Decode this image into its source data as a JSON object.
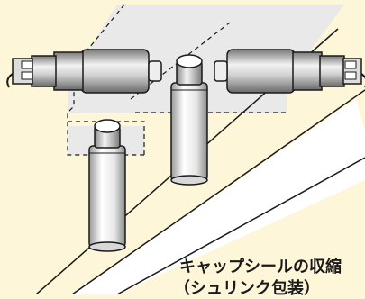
{
  "caption": {
    "line1": "キャップシールの収縮",
    "line2": "（シュリンク包装）"
  },
  "colors": {
    "background": "#fdf6d8",
    "belt_fill": "#ffffff",
    "outline": "#1a1a1a",
    "zone_fill": "#e9e9e9",
    "metal_light": "#eeeeee",
    "metal_dark": "#8c8c8c"
  },
  "icons": [
    "left-heat-gun",
    "right-heat-gun",
    "conveyor-belt",
    "bottle",
    "heating-zone"
  ]
}
